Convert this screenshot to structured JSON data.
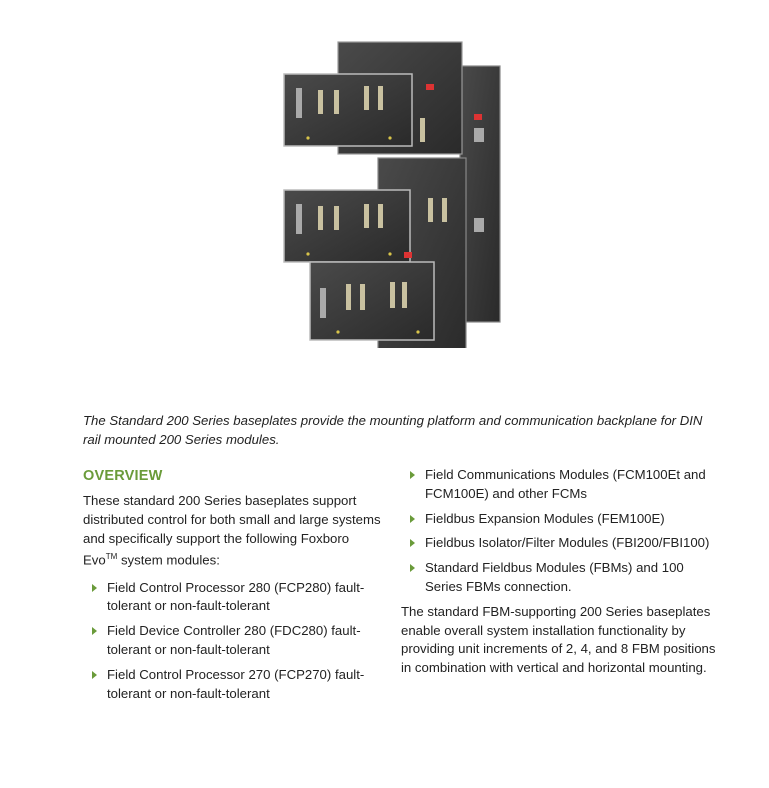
{
  "caption": "The Standard 200 Series baseplates provide the mounting platform and communication backplane for DIN rail mounted 200 Series modules.",
  "overview": {
    "heading": "OVERVIEW",
    "intro_before": "These standard 200 Series baseplates support distributed control for both small and large systems and specifically support the following Foxboro Evo",
    "intro_tm": "TM",
    "intro_after": " system modules:",
    "left_items": [
      "Field Control Processor 280 (FCP280) fault-tolerant or non-fault-tolerant",
      "Field Device Controller 280 (FDC280) fault-tolerant or non-fault-tolerant",
      "Field Control Processor 270 (FCP270) fault-tolerant or non-fault-tolerant"
    ],
    "right_items": [
      "Field Communications Modules (FCM100Et and FCM100E) and other FCMs",
      "Fieldbus Expansion Modules (FEM100E)",
      "Fieldbus Isolator/Filter Modules (FBI200/FBI100)",
      "Standard Fieldbus Modules (FBMs) and 100 Series FBMs connection."
    ],
    "closing": "The standard FBM-supporting 200 Series baseplates enable overall system installation functionality by providing unit increments of 2, 4, and 8 FBM positions in combination with vertical and horizontal mounting."
  }
}
